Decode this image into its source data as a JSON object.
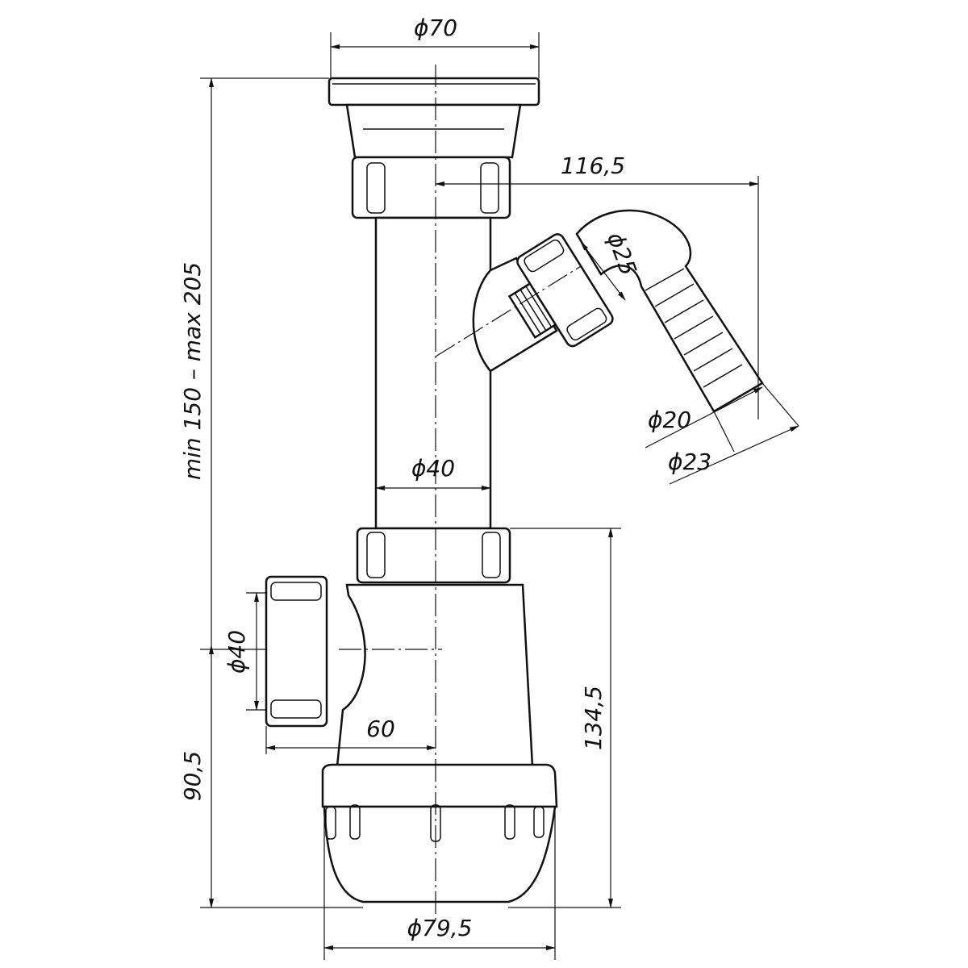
{
  "title": "Bottle sink trap with side hose connector — dimensional drawing",
  "dimensions": {
    "flange_diameter": "ϕ70",
    "branch_offset": "116,5",
    "branch_thread": "ϕ25",
    "hose_inner": "ϕ20",
    "hose_outer": "ϕ23",
    "pipe_diameter": "ϕ40",
    "total_height": "min 150 – max 205",
    "outlet_diameter": "ϕ40",
    "outlet_offset": "60",
    "outlet_height": "90,5",
    "bottle_height": "134,5",
    "bottle_diameter": "ϕ79,5"
  }
}
